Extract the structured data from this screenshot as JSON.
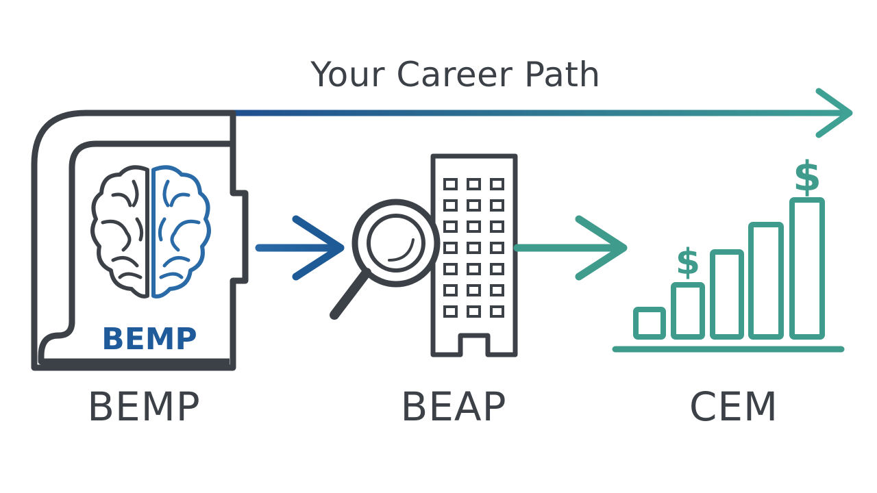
{
  "title": "Your Career Path",
  "stages": [
    {
      "label": "BEMP",
      "badge": "BEMP"
    },
    {
      "label": "BEAP"
    },
    {
      "label": "CEM"
    }
  ],
  "icons": {
    "stage1": "brain-document-icon",
    "stage2": "magnifier-building-icon",
    "stage3": "growth-bar-chart-icon"
  },
  "symbols": {
    "currency": "$"
  },
  "colors": {
    "dark": "#3c4148",
    "blue": "#1f5a9a",
    "teal": "#3f9b8c"
  }
}
